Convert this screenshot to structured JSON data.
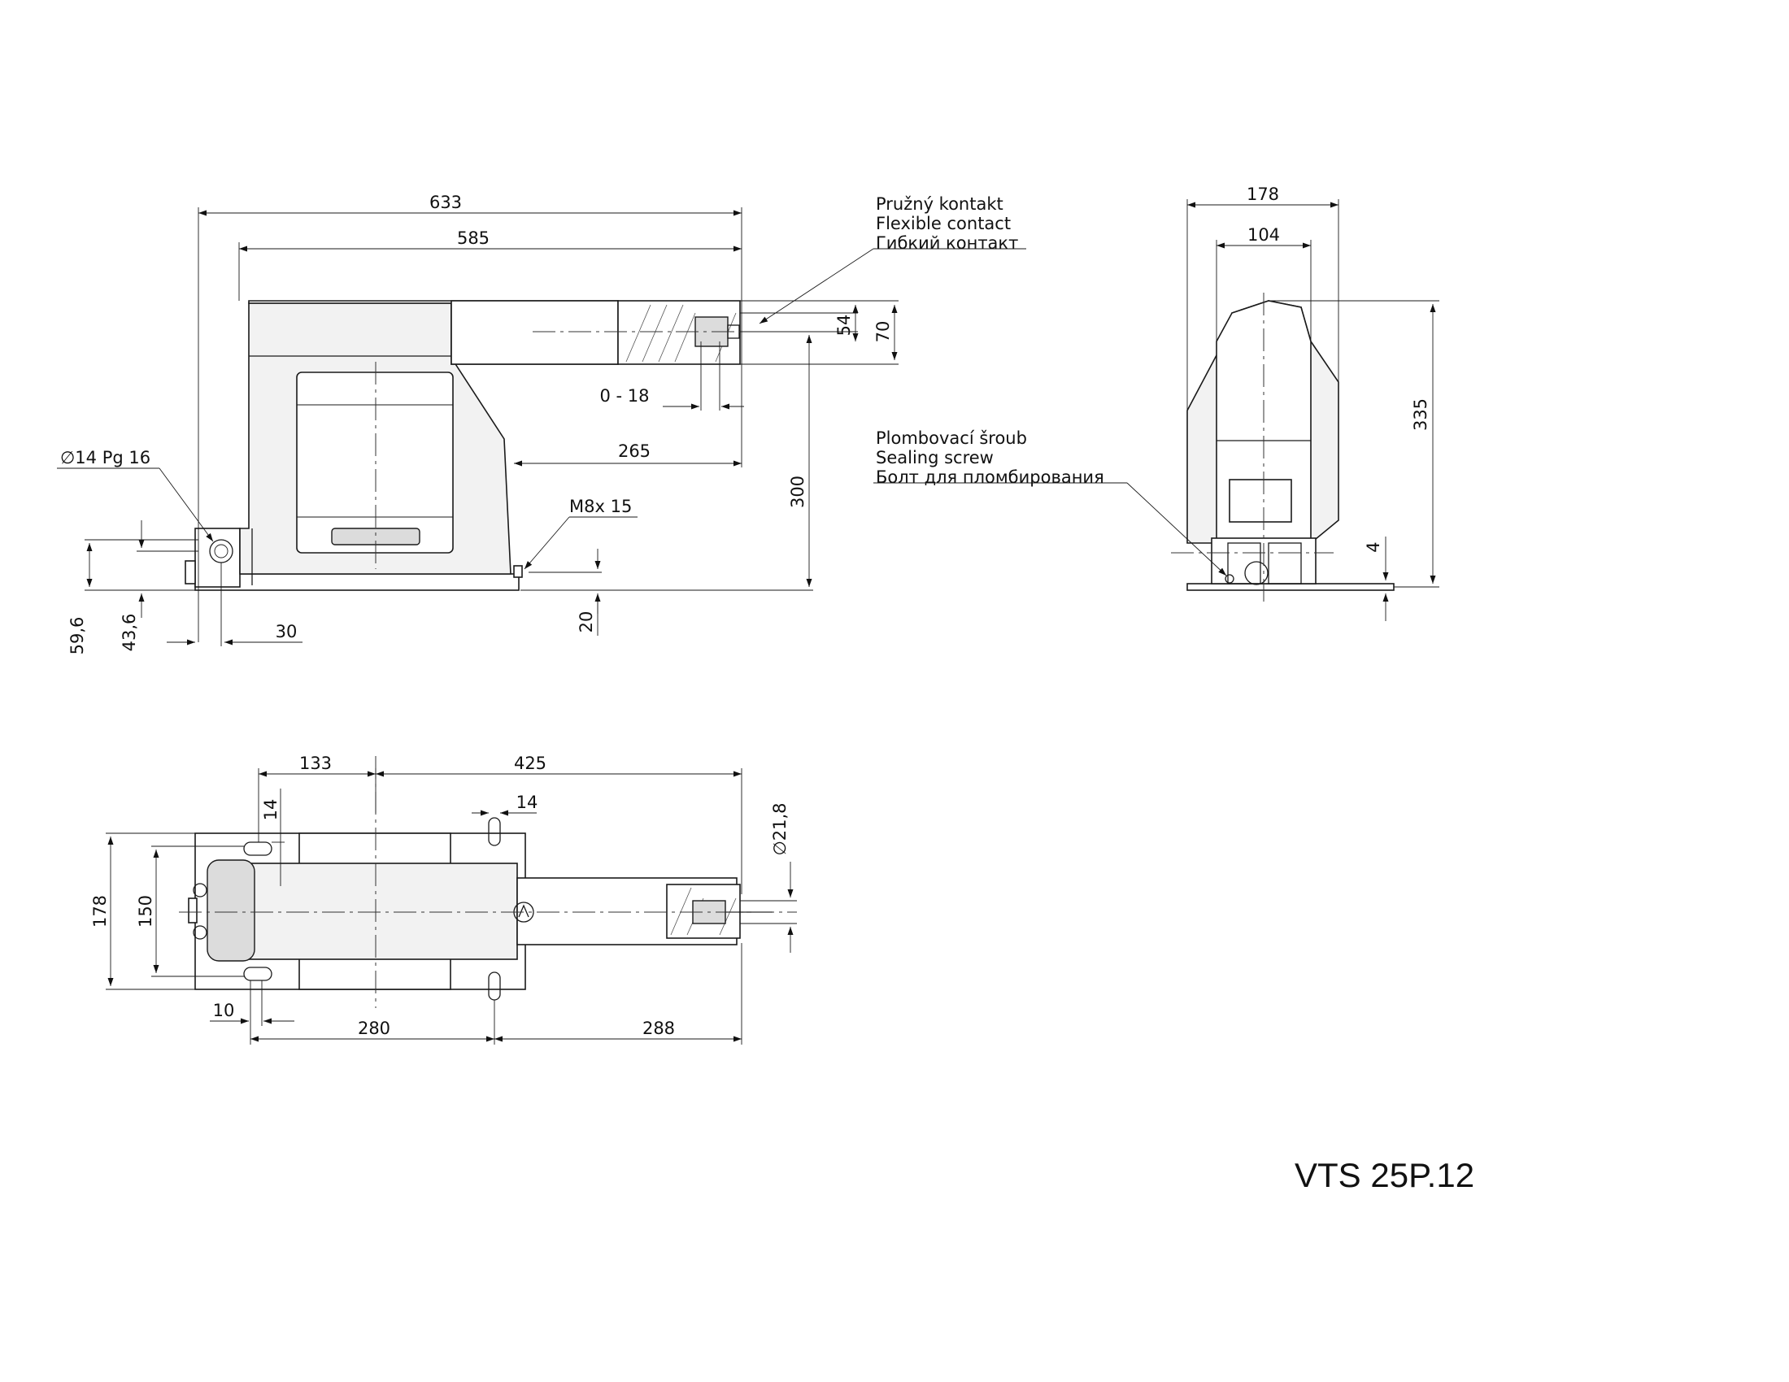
{
  "drawing": {
    "title": "VTS 25P.12",
    "side_view": {
      "dims": {
        "overall_length": "633",
        "body_length": "585",
        "contact_height_inner": "54",
        "contact_height_outer": "70",
        "contact_travel": "0 - 18",
        "base_to_contact": "265",
        "total_height": "300",
        "gland": "∅14 Pg 16",
        "bolt": "M8x 15",
        "gland_height": "59,6",
        "gland_axis": "43,6",
        "gland_offset": "30",
        "base_thickness": "20"
      },
      "callout_flexible_contact": [
        "Pružný kontakt",
        "Flexible contact",
        "Гибкий контакт"
      ]
    },
    "end_view": {
      "dims": {
        "width": "178",
        "inner_width": "104",
        "height": "335",
        "base": "4"
      },
      "callout_sealing_screw": [
        "Plombovací šroub",
        "Sealing screw",
        "Болт для пломбирования"
      ]
    },
    "top_view": {
      "dims": {
        "a133": "133",
        "a425": "425",
        "slot14_left": "14",
        "slot14_right": "14",
        "dia": "∅21,8",
        "width178": "178",
        "width150": "150",
        "a10": "10",
        "a280": "280",
        "a288": "288"
      }
    }
  }
}
